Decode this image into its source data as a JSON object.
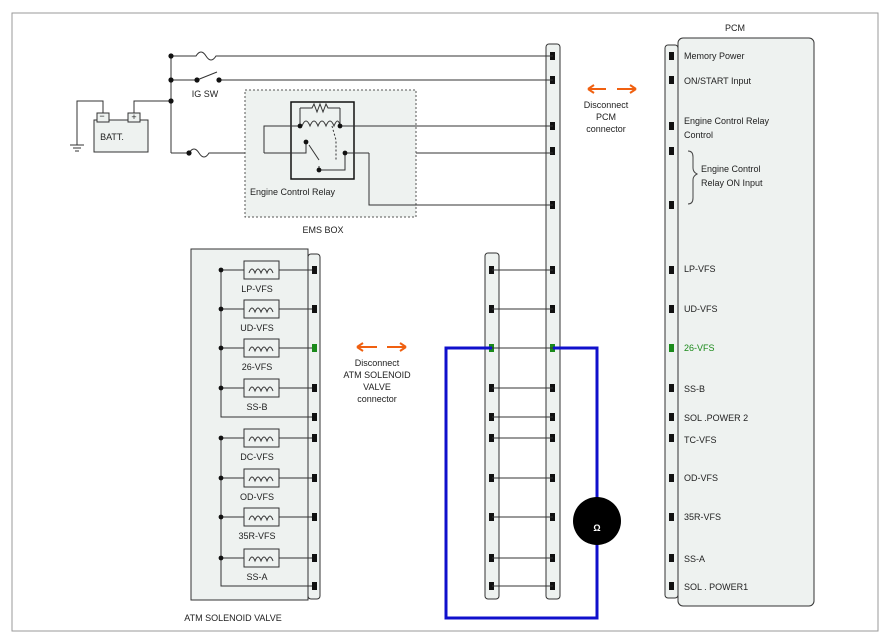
{
  "pcm": {
    "title": "PCM",
    "pins": [
      {
        "label": "Memory Power"
      },
      {
        "label": "ON/START Input"
      },
      {
        "label": "Engine Control Relay",
        "label2": "Control"
      },
      {
        "label": "Engine Control",
        "label2": "Relay ON Input"
      },
      {
        "label": "LP-VFS"
      },
      {
        "label": "UD-VFS"
      },
      {
        "label": "26-VFS",
        "highlight": true
      },
      {
        "label": "SS-B"
      },
      {
        "label": "SOL .POWER 2"
      },
      {
        "label": "TC-VFS"
      },
      {
        "label": "OD-VFS"
      },
      {
        "label": "35R-VFS"
      },
      {
        "label": "SS-A"
      },
      {
        "label": "SOL . POWER1"
      }
    ]
  },
  "battery": {
    "label": "BATT."
  },
  "ig_switch": {
    "label": "IG SW"
  },
  "ems_box": {
    "label": "EMS BOX",
    "relay_label": "Engine Control Relay"
  },
  "disconnect_pcm": {
    "line1": "Disconnect",
    "line2": "PCM",
    "line3": "connector"
  },
  "disconnect_atm": {
    "line1": "Disconnect",
    "line2": "ATM SOLENOID",
    "line3": "VALVE",
    "line4": "connector"
  },
  "atm_valve": {
    "title": "ATM SOLENOID VALVE",
    "solenoids": [
      "LP-VFS",
      "UD-VFS",
      "26-VFS",
      "SS-B",
      "DC-VFS",
      "OD-VFS",
      "35R-VFS",
      "SS-A"
    ]
  },
  "ohmmeter": {
    "symbol": "Ω"
  },
  "colors": {
    "highlight": "#1a8a1a",
    "probe": "#1010cc",
    "arrow": "#f06010",
    "line": "#333333"
  }
}
